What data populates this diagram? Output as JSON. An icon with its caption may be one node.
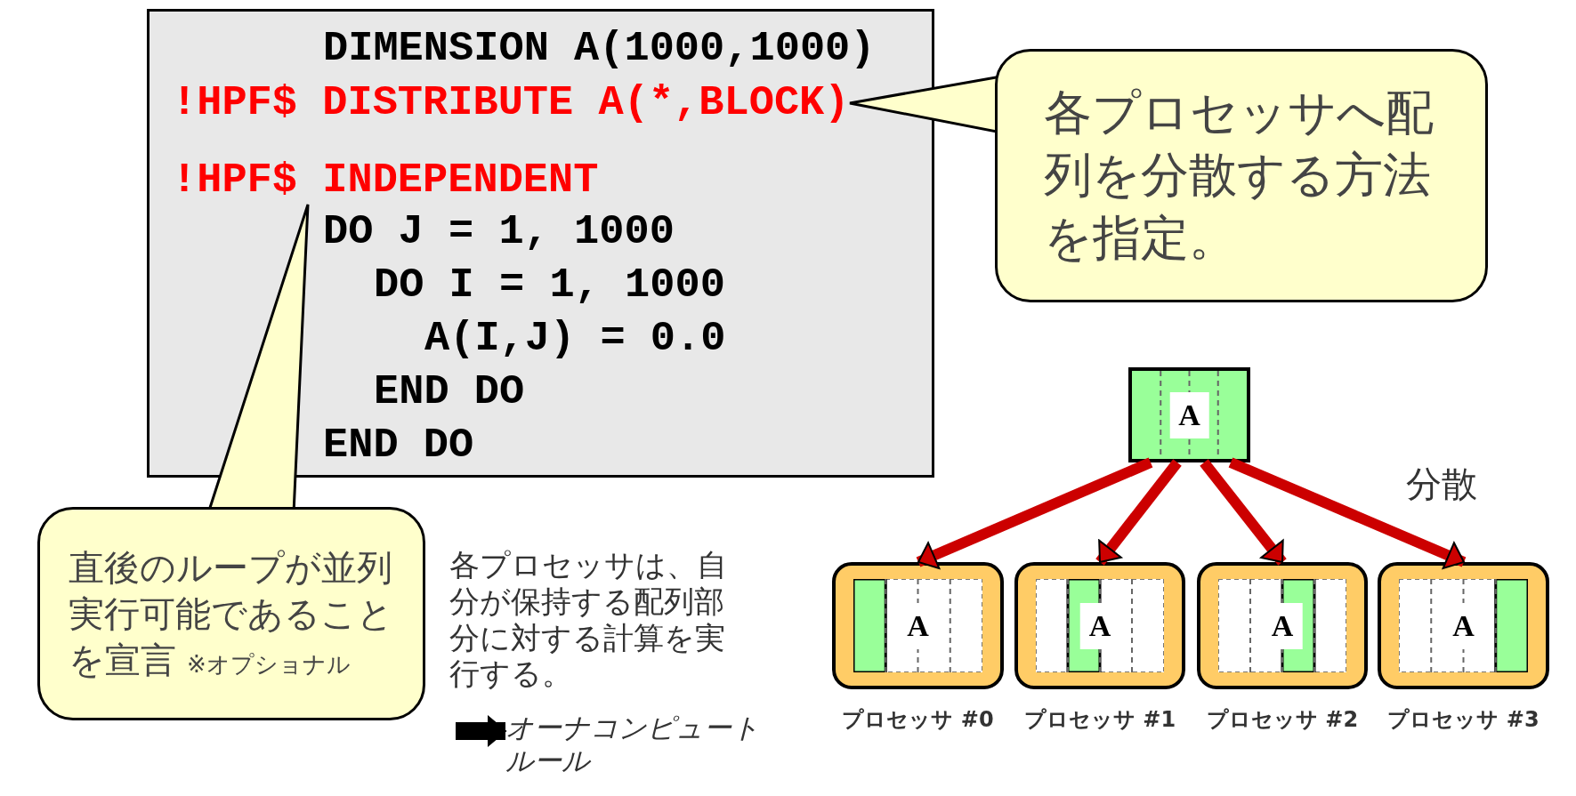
{
  "diagram": {
    "nodes": [
      {
        "text": [],
        "shape": "box"
      },
      {
        "text": [
          "DIMENSION A(1000,1000)"
        ],
        "in": 0
      },
      {
        "text": [
          "!HPF$ DISTRIBUTE A(*,BLOCK)"
        ],
        "in": 0
      },
      {
        "text": [
          "!HPF$ INDEPENDENT"
        ],
        "in": 0
      },
      {
        "text": [
          "DO J = 1, 1000"
        ],
        "in": 0
      },
      {
        "text": [
          "DO I = 1, 1000"
        ],
        "in": 0
      },
      {
        "text": [
          "A(I,J) = 0.0"
        ],
        "in": 0
      },
      {
        "text": [
          "END DO"
        ],
        "in": 0
      },
      {
        "text": [
          "END DO"
        ],
        "in": 0
      },
      {
        "text": [
          "各プロセッサへ配列を分散する方法を指定。"
        ]
      },
      {
        "text": [
          "直後のループが並列実行可能であることを宣言",
          "※オプショナル"
        ]
      },
      {
        "text": [
          "A"
        ]
      },
      {
        "text": [
          "A"
        ],
        "beside": [
          "プロセッサ #0"
        ]
      },
      {
        "text": [
          "A"
        ],
        "beside": [
          "プロセッサ #1"
        ]
      },
      {
        "text": [
          "A"
        ],
        "beside": [
          "プロセッサ #2"
        ]
      },
      {
        "text": [
          "A"
        ],
        "beside": [
          "プロセッサ #3"
        ]
      },
      {
        "text": [
          "オーナコンピュートルール"
        ]
      }
    ],
    "edges": [
      {
        "from": 9,
        "to": 2,
        "arrow": "none"
      },
      {
        "from": 10,
        "to": 3,
        "arrow": "none"
      },
      {
        "from": 11,
        "to": 12,
        "arrow": "to",
        "color": "#cc0000"
      },
      {
        "from": 11,
        "to": 13,
        "arrow": "to",
        "color": "#cc0000"
      },
      {
        "from": 11,
        "to": 14,
        "arrow": "to",
        "color": "#cc0000"
      },
      {
        "from": 11,
        "to": 15,
        "arrow": "to",
        "color": "#cc0000"
      },
      {
        "from": null,
        "to": 16,
        "arrow": "to",
        "color": "#000000"
      }
    ],
    "labels": [
      "各プロセッサは、自分が保持する配列部分に対する計算を実行する。",
      "分散"
    ]
  }
}
